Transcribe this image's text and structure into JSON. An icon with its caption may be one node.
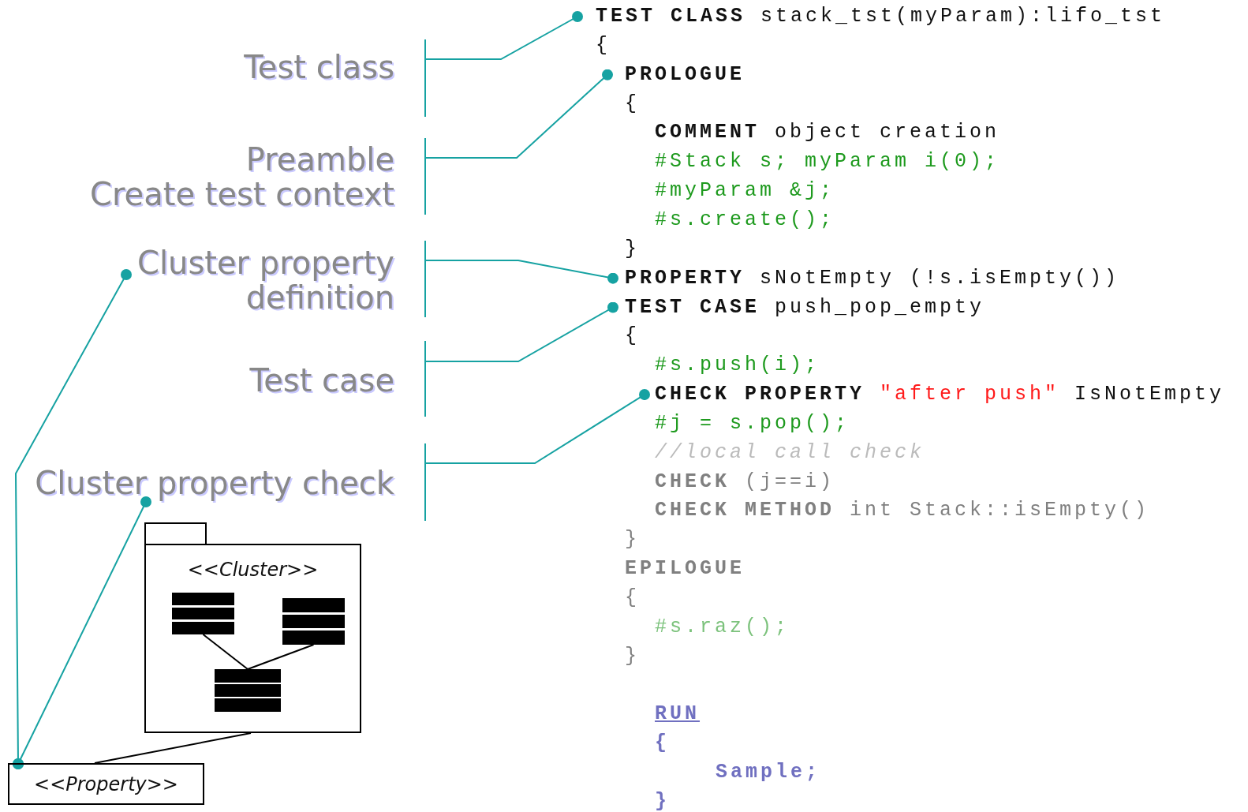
{
  "diagram": {
    "nodes": [
      {
        "text": [
          "Test class"
        ]
      },
      {
        "text": [
          "Preamble",
          "Create test context"
        ]
      },
      {
        "text": [
          "Cluster property definition"
        ]
      },
      {
        "text": [
          "Test case"
        ]
      },
      {
        "text": [
          "Cluster property check"
        ]
      },
      {
        "text": [
          "**TEST CLASS** stack_tst(myParam):lifo_tst"
        ]
      },
      {
        "text": [
          "PROLOGUE"
        ]
      },
      {
        "text": [
          "**PROPERTY** sNotEmpty (!s.isEmpty())"
        ]
      },
      {
        "text": [
          "**TEST CASE** push_pop_empty"
        ]
      },
      {
        "text": [
          "CHECK PROPERTY",
          "\"after push\"",
          "IsNotEmpty"
        ]
      },
      {
        "text": [
          "<<Property>>"
        ]
      },
      {
        "text": [
          "<<Cluster>>"
        ]
      },
      {
        "text": [],
        "shape": "box",
        "in": 11
      },
      {
        "text": [],
        "shape": "box",
        "in": 11
      },
      {
        "text": [],
        "shape": "box",
        "in": 11
      }
    ],
    "edges": [
      {
        "from": 0,
        "to": 5,
        "arrow": "other"
      },
      {
        "from": 1,
        "to": 6,
        "arrow": "other"
      },
      {
        "from": 2,
        "to": 7,
        "arrow": "other"
      },
      {
        "from": 3,
        "to": 8,
        "arrow": "other"
      },
      {
        "from": 4,
        "to": 9,
        "arrow": "other"
      },
      {
        "from": 10,
        "to": 2,
        "arrow": "other"
      },
      {
        "from": 10,
        "to": 4,
        "arrow": "other"
      },
      {
        "from": 12,
        "to": 14,
        "arrow": "none",
        "color": "#000000"
      },
      {
        "from": 13,
        "to": 14,
        "arrow": "none",
        "color": "#000000"
      },
      {
        "from": 11,
        "to": 10,
        "arrow": "none",
        "color": "#000000"
      }
    ],
    "labels": [
      "{",
      "{",
      "**COMMENT** object creation",
      "#Stack s; myParam i(0);",
      "#myParam &j;",
      "#s.create();",
      "}",
      "{",
      "#s.push(i);",
      "#j = s.pop();",
      "//local call check",
      "**CHECK** (j==i)",
      "**CHECK METHOD** int Stack::isEmpty()",
      "}",
      "EPILOGUE",
      "{",
      "#s.raz();",
      "}",
      "RUN",
      "{",
      "Sample;",
      "}"
    ]
  }
}
